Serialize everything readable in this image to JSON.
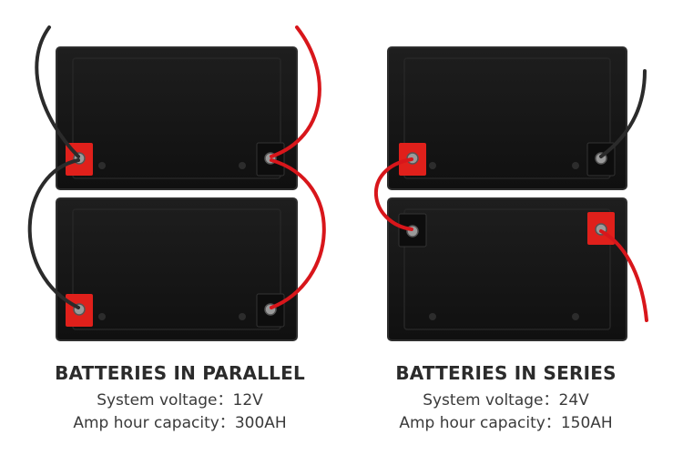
{
  "colors": {
    "battery_body": "#161616",
    "battery_edge": "#2a2a2a",
    "terminal_positive": "#e0201b",
    "terminal_negative": "#0d0d0d",
    "wire_red": "#d8161b",
    "wire_black": "#2b2b2b",
    "text": "#333333"
  },
  "parallel": {
    "title": "BATTERIES IN PARALLEL",
    "voltage_label": "System voltage：",
    "voltage_value": "12V",
    "capacity_label": "Amp hour capacity：",
    "capacity_value": "300AH"
  },
  "series": {
    "title": "BATTERIES IN SERIES",
    "voltage_label": "System voltage：",
    "voltage_value": "24V",
    "capacity_label": "Amp hour capacity：",
    "capacity_value": "150AH"
  }
}
